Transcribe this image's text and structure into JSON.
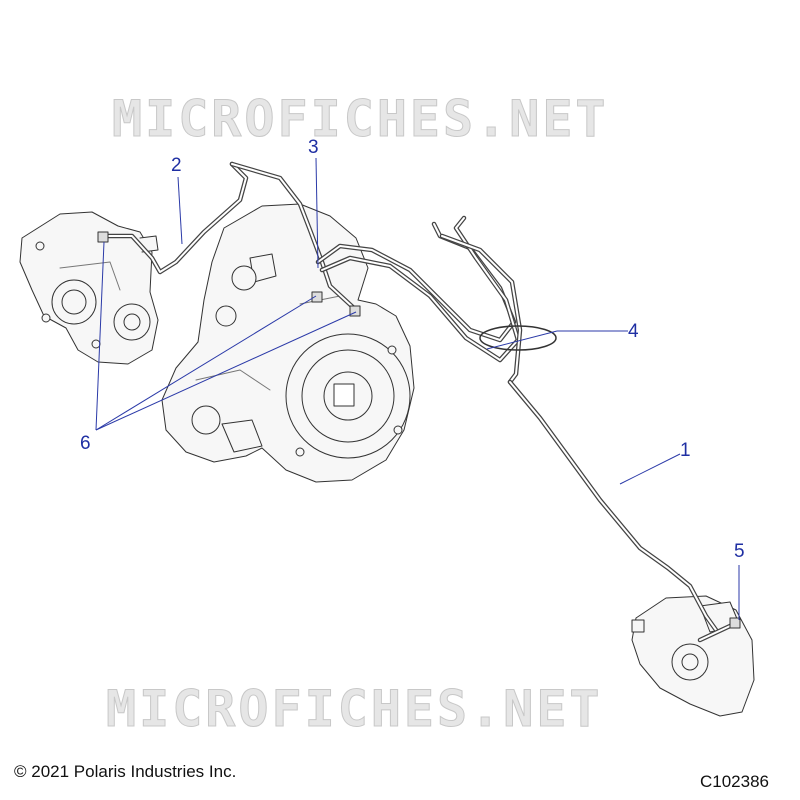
{
  "watermark": {
    "text": "MICROFICHES.NET"
  },
  "callouts": [
    {
      "id": "1",
      "label": "1"
    },
    {
      "id": "2",
      "label": "2"
    },
    {
      "id": "3",
      "label": "3"
    },
    {
      "id": "4",
      "label": "4"
    },
    {
      "id": "5",
      "label": "5"
    },
    {
      "id": "6",
      "label": "6"
    }
  ],
  "footer": {
    "copyright": "© 2021 Polaris Industries Inc.",
    "figure_code": "C102386"
  },
  "colors": {
    "callout": "#1f2fa3",
    "leader": "#2b3aa8",
    "line_art": "#333333",
    "watermark_fill": "#e6e6e6",
    "watermark_stroke": "#c8c8c8"
  }
}
